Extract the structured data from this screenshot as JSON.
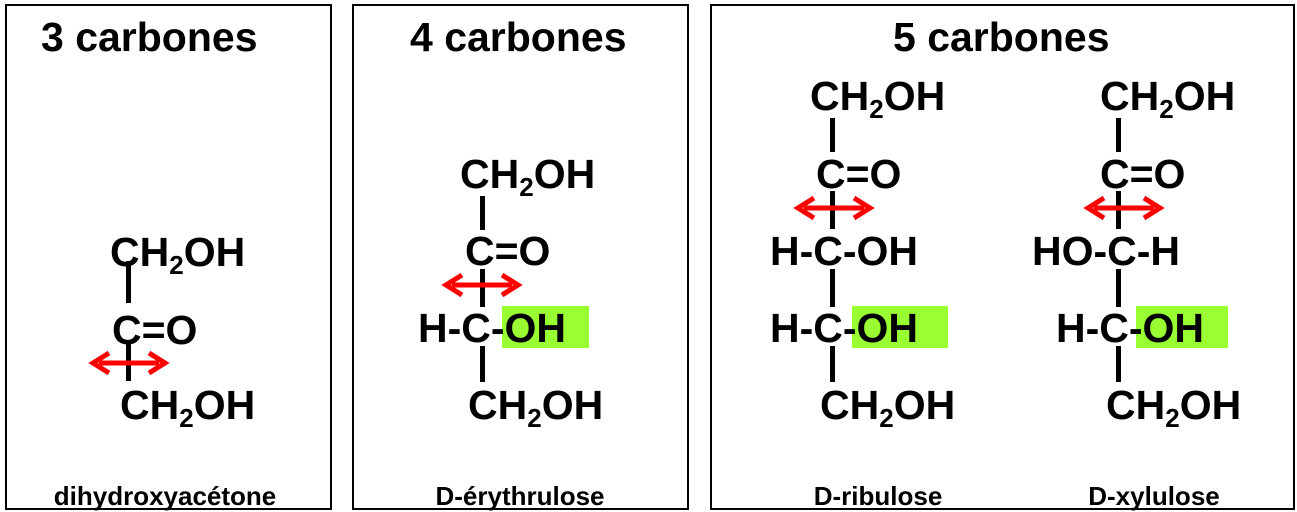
{
  "panels": {
    "three": {
      "title": "3 carbones",
      "name": "dihydroxyacétone",
      "row1": {
        "main": "CH",
        "sub": "2",
        "tail": "OH"
      },
      "row2": {
        "main": "C=O"
      },
      "row3": {
        "main": "CH",
        "sub": "2",
        "tail": "OH"
      }
    },
    "four": {
      "title": "4 carbones",
      "name": "D-érythrulose",
      "row1": {
        "main": "CH",
        "sub": "2",
        "tail": "OH"
      },
      "row2": {
        "main": "C=O"
      },
      "row3": {
        "left": "H-C-",
        "right": "OH"
      },
      "row4": {
        "main": "CH",
        "sub": "2",
        "tail": "OH"
      }
    },
    "five": {
      "title": "5 carbones",
      "ribulose": {
        "name": "D-ribulose",
        "row1": {
          "main": "CH",
          "sub": "2",
          "tail": "OH"
        },
        "row2": {
          "main": "C=O"
        },
        "row3": {
          "main": "H-C-OH"
        },
        "row4": {
          "left": "H-C-",
          "right": "OH"
        },
        "row5": {
          "main": "CH",
          "sub": "2",
          "tail": "OH"
        }
      },
      "xylulose": {
        "name": "D-xylulose",
        "row1": {
          "main": "CH",
          "sub": "2",
          "tail": "OH"
        },
        "row2": {
          "main": "C=O"
        },
        "row3": {
          "main": "HO-C-H"
        },
        "row4": {
          "left": "H-C-",
          "right": "OH"
        },
        "row5": {
          "main": "CH",
          "sub": "2",
          "tail": "OH"
        }
      }
    }
  },
  "colors": {
    "highlight": "#99ff33",
    "arrow": "#ff0000"
  }
}
